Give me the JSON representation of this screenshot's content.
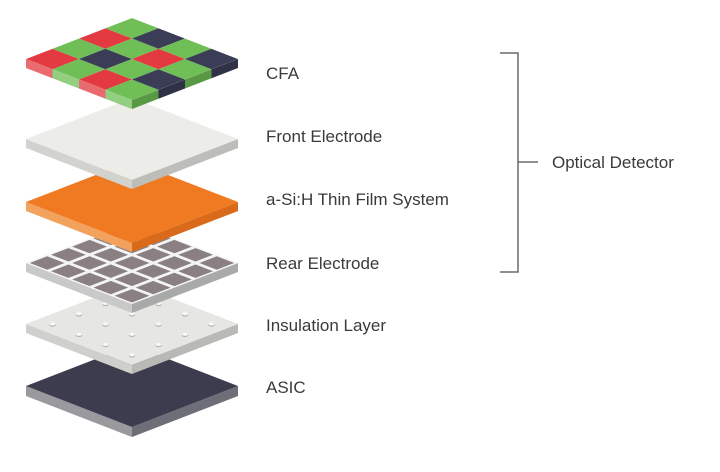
{
  "layers": [
    {
      "id": "cfa",
      "label": "CFA"
    },
    {
      "id": "front",
      "label": "Front Electrode"
    },
    {
      "id": "asih",
      "label": "a-Si:H Thin Film System"
    },
    {
      "id": "rear",
      "label": "Rear Electrode"
    },
    {
      "id": "insulation",
      "label": "Insulation Layer"
    },
    {
      "id": "asic",
      "label": "ASIC"
    }
  ],
  "bracket": {
    "label": "Optical Detector"
  },
  "colors": {
    "cfa_red": "#e23a40",
    "cfa_green": "#6fbf56",
    "cfa_navy": "#3b3d57",
    "front_top": "#ecece8",
    "asih_top": "#ef7a22",
    "rear_tile": "#8a7f82",
    "insulation_top": "#e6e6e2",
    "asic_top": "#3c3c4e",
    "bracket": "#6a6a6a",
    "text": "#3a3a3a"
  }
}
